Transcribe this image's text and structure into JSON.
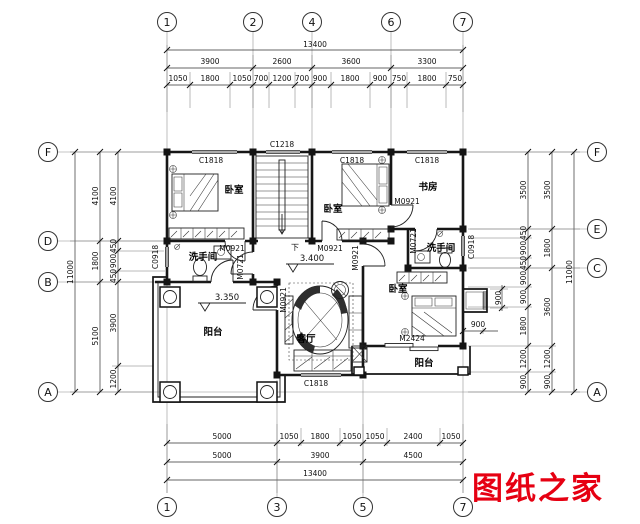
{
  "watermark": {
    "text": "图纸之家",
    "color": "#e60012"
  },
  "axes": {
    "top": [
      "1",
      "2",
      "4",
      "6",
      "7"
    ],
    "bottom": [
      "1",
      "3",
      "5",
      "7"
    ],
    "left": [
      "F",
      "D",
      "B",
      "A"
    ],
    "right": [
      "F",
      "E",
      "C",
      "A"
    ]
  },
  "dims": {
    "top_total": "13400",
    "top_axis": [
      "3900",
      "2600",
      "3600",
      "3300"
    ],
    "top_detail": [
      "1050",
      "1800",
      "1050",
      "700",
      "1200",
      "700",
      "900",
      "1800",
      "900",
      "750",
      "1800",
      "750"
    ],
    "bottom_total": "13400",
    "bottom_axis": [
      "5000",
      "3900",
      "4500"
    ],
    "bottom_detail": [
      "5000",
      "1050",
      "1800",
      "1050",
      "1050",
      "2400",
      "1050"
    ],
    "left_total": "11000",
    "left_axis": [
      "4100",
      "1800",
      "5100"
    ],
    "left_detail": [
      "4100",
      "450",
      "900",
      "450",
      "3900",
      "1200"
    ],
    "right_total": "11000",
    "right_axis": [
      "3500",
      "1800",
      "3600",
      "1200",
      "900"
    ],
    "right_detail": [
      "3500",
      "450",
      "900",
      "450",
      "900",
      "900",
      "1800",
      "1200",
      "900"
    ],
    "bay_depth": "900",
    "bay_width": "900"
  },
  "rooms": {
    "bedroom1": "卧室",
    "bedroom2": "卧室",
    "bedroom3": "卧室",
    "study": "书房",
    "bath_left": "洗手间",
    "bath_right": "洗手间",
    "living": "客厅",
    "balcony_left": "阳台",
    "balcony_right": "阳台"
  },
  "openings": {
    "c1818": "C1818",
    "c1218": "C1218",
    "c0918": "C0918",
    "m0921": "M0921",
    "m0721": "M0721",
    "m2424": "M2424"
  },
  "levels": {
    "hall": "3.400",
    "balcony": "3.350"
  },
  "stair": {
    "down": "下"
  }
}
